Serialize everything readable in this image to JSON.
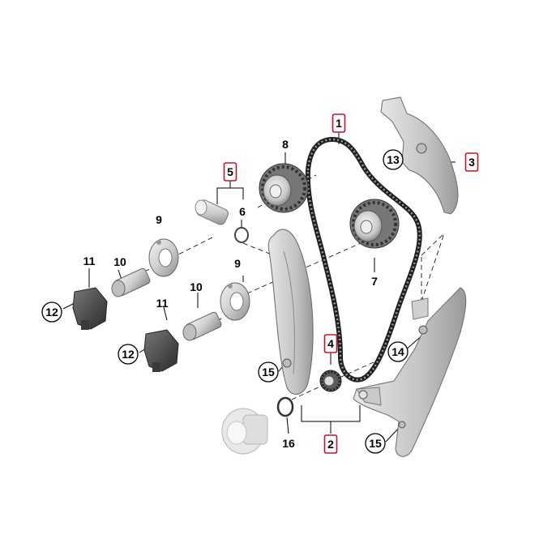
{
  "callouts": [
    {
      "id": "c1",
      "label": "1",
      "style": "boxed"
    },
    {
      "id": "c2",
      "label": "2",
      "style": "boxed"
    },
    {
      "id": "c3",
      "label": "3",
      "style": "boxed"
    },
    {
      "id": "c4",
      "label": "4",
      "style": "boxed"
    },
    {
      "id": "c5",
      "label": "5",
      "style": "boxed"
    },
    {
      "id": "c6",
      "label": "6",
      "style": "plain"
    },
    {
      "id": "c7",
      "label": "7",
      "style": "plain"
    },
    {
      "id": "c8",
      "label": "8",
      "style": "plain"
    },
    {
      "id": "c9a",
      "label": "9",
      "style": "plain"
    },
    {
      "id": "c9b",
      "label": "9",
      "style": "plain"
    },
    {
      "id": "c10a",
      "label": "10",
      "style": "plain"
    },
    {
      "id": "c10b",
      "label": "10",
      "style": "plain"
    },
    {
      "id": "c11a",
      "label": "11",
      "style": "plain"
    },
    {
      "id": "c11b",
      "label": "11",
      "style": "plain"
    },
    {
      "id": "c12a",
      "label": "12",
      "style": "circled"
    },
    {
      "id": "c12b",
      "label": "12",
      "style": "circled"
    },
    {
      "id": "c13",
      "label": "13",
      "style": "circled"
    },
    {
      "id": "c14",
      "label": "14",
      "style": "circled"
    },
    {
      "id": "c15a",
      "label": "15",
      "style": "circled"
    },
    {
      "id": "c15b",
      "label": "15",
      "style": "circled"
    },
    {
      "id": "c16",
      "label": "16",
      "style": "plain"
    }
  ],
  "colors": {
    "box_outline": "#c8102e",
    "label_text": "#000000",
    "part_fill": "#d9d9d9",
    "part_dark": "#4a4a4a",
    "chain": "#333333",
    "leader": "#000000"
  },
  "icons": [
    "timing-chain",
    "camshaft-sprocket",
    "chain-tensioner-rail",
    "guide-rail",
    "solenoid-valve",
    "sensor",
    "crank-gear"
  ]
}
